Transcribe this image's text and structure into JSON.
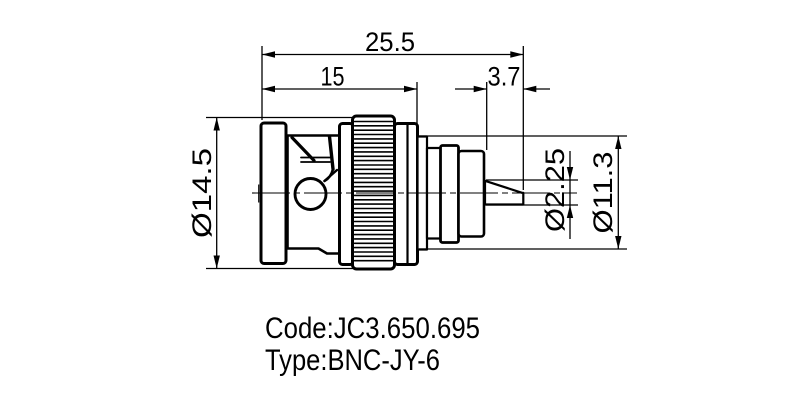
{
  "meta": {
    "bg_color": "#ffffff",
    "line_color": "#000000",
    "drawing_kind": "technical-drawing-bnc-connector"
  },
  "drawing": {
    "dimensions": {
      "total_length": "25.5",
      "body_length": "15",
      "pin_length": "3.7",
      "coupling_diameter": "Ø14.5",
      "pin_diameter": "Ø2.25",
      "rear_diameter": "Ø11.3"
    },
    "footer": {
      "code": "Code:JC3.650.695",
      "type": "Type:BNC-JY-6"
    }
  }
}
